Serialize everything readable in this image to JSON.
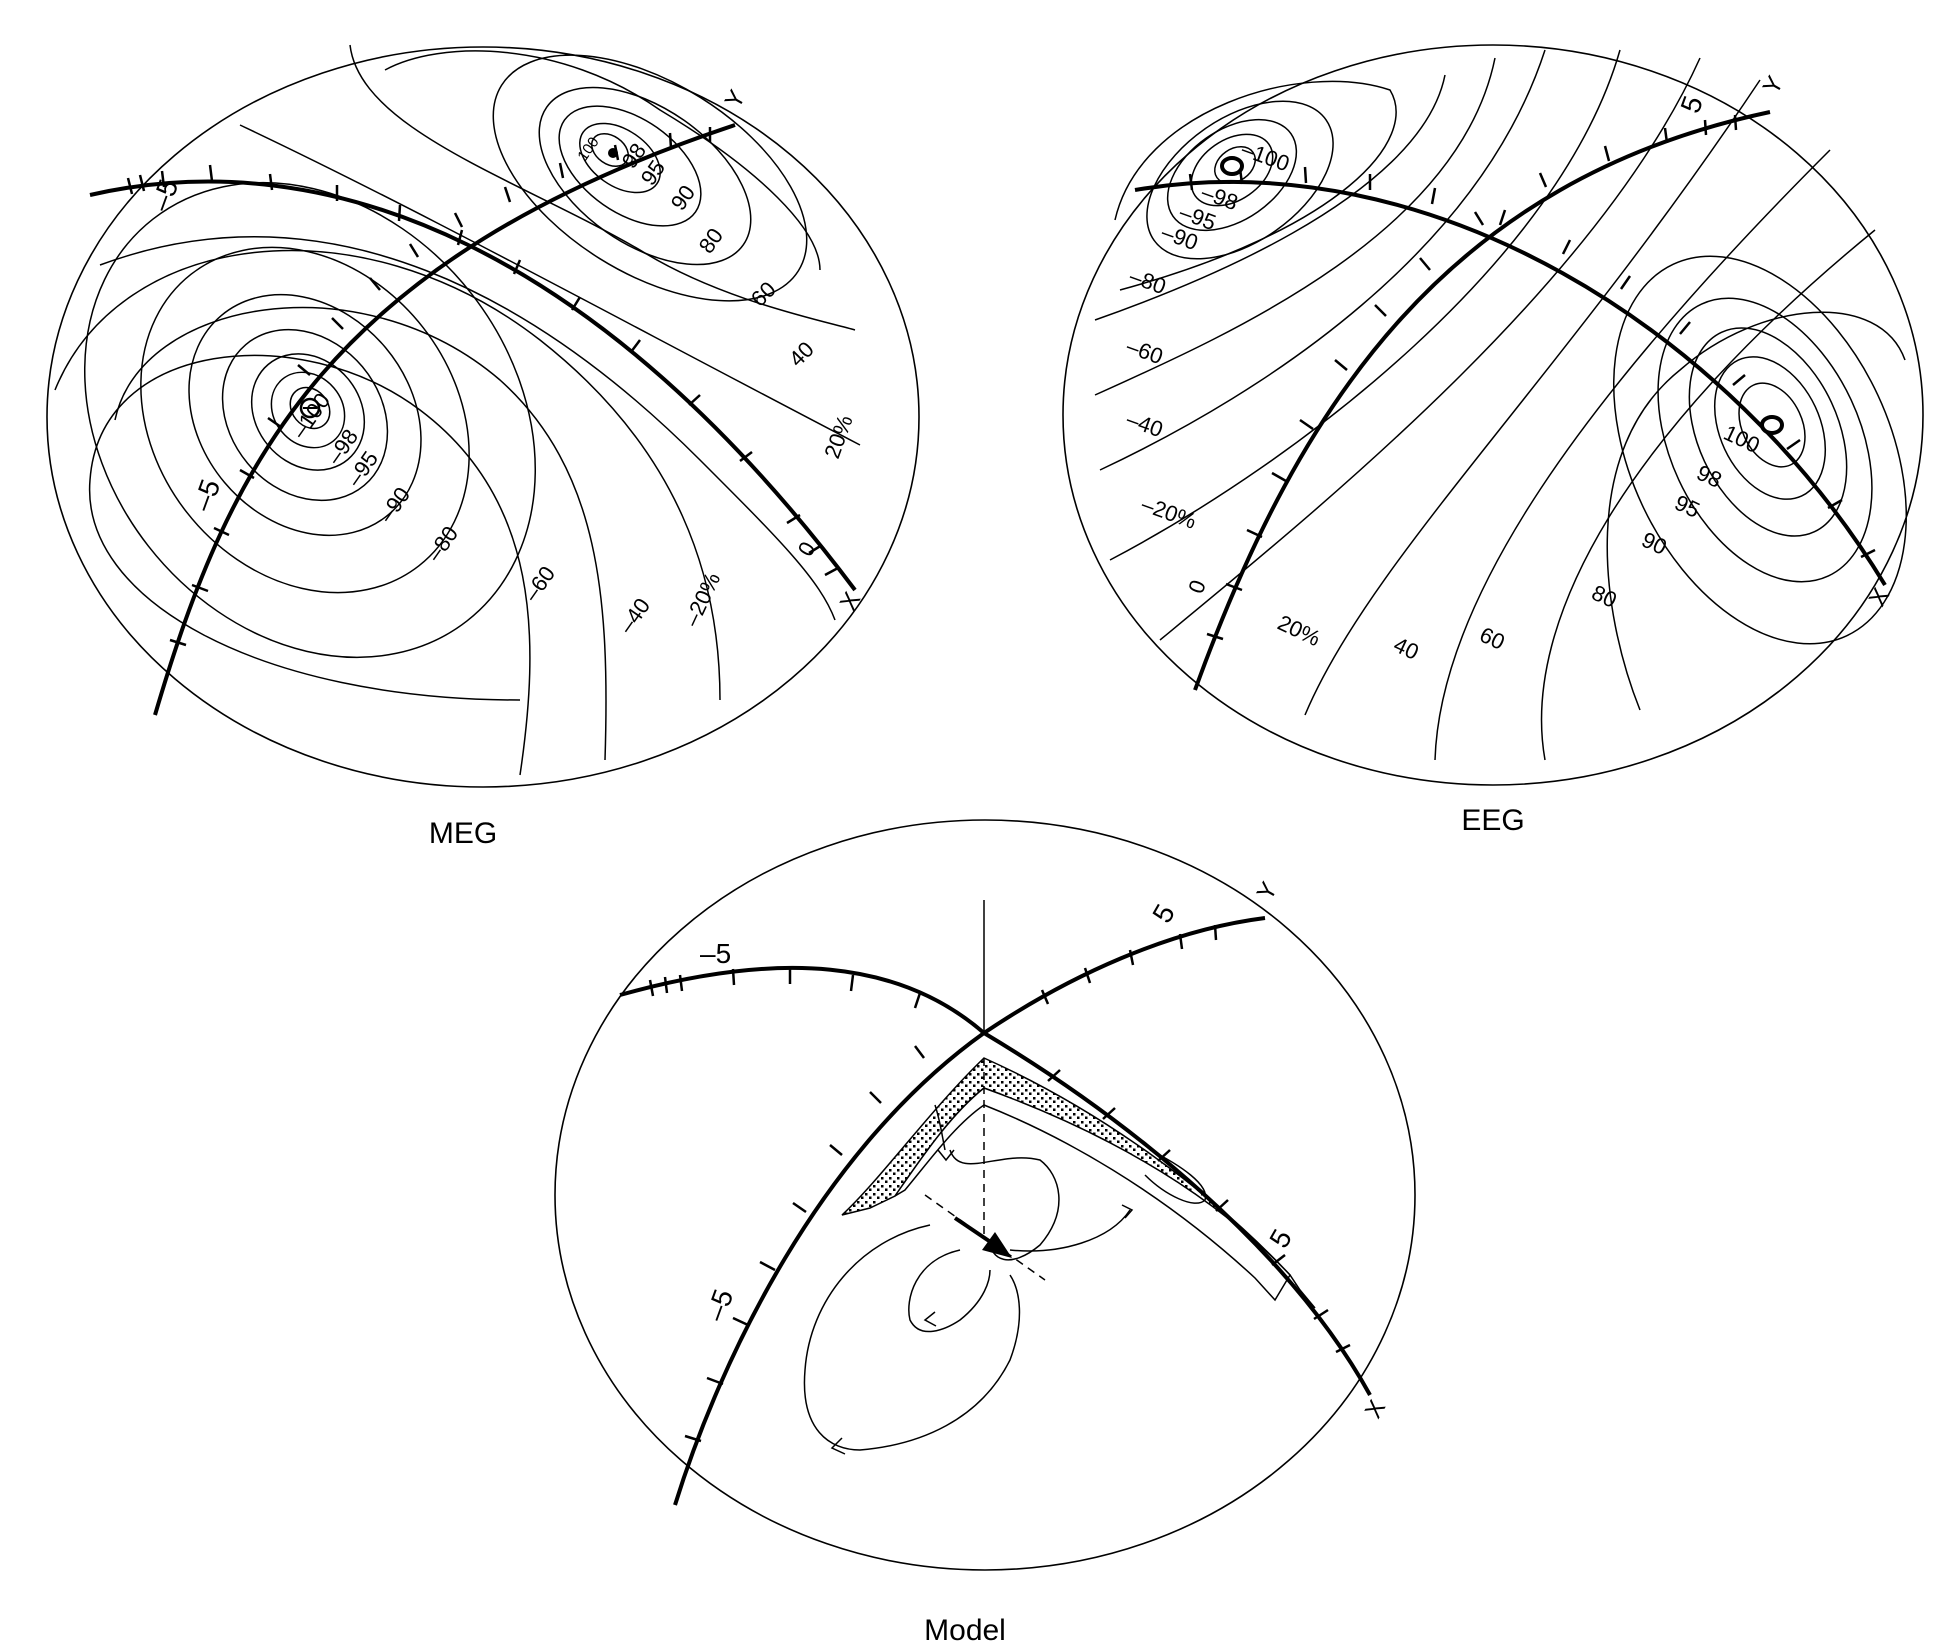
{
  "panels": {
    "meg": {
      "title": "MEG",
      "axis_x": "X",
      "axis_y": "Y",
      "scale_labels": [
        "–5",
        "–5"
      ],
      "contour_labels": [
        "100",
        "98",
        "95",
        "90",
        "80",
        "60",
        "40",
        "20%",
        "0",
        "–20%",
        "–40",
        "–60",
        "–80",
        "–90",
        "–95",
        "–98",
        "–100"
      ]
    },
    "eeg": {
      "title": "EEG",
      "axis_x": "X",
      "axis_y": "Y",
      "scale_labels": [
        "5"
      ],
      "contour_labels": [
        "–100",
        "–98",
        "–95",
        "–90",
        "–80",
        "–60",
        "–40",
        "–20%",
        "0",
        "20%",
        "40",
        "60",
        "80",
        "90",
        "95",
        "98",
        "100"
      ]
    },
    "model": {
      "title": "Model",
      "axis_x": "X",
      "axis_y": "Y",
      "scale_labels": [
        "–5",
        "5",
        "5",
        "–5"
      ]
    }
  },
  "colors": {
    "ink": "#000000",
    "background": "#ffffff"
  }
}
